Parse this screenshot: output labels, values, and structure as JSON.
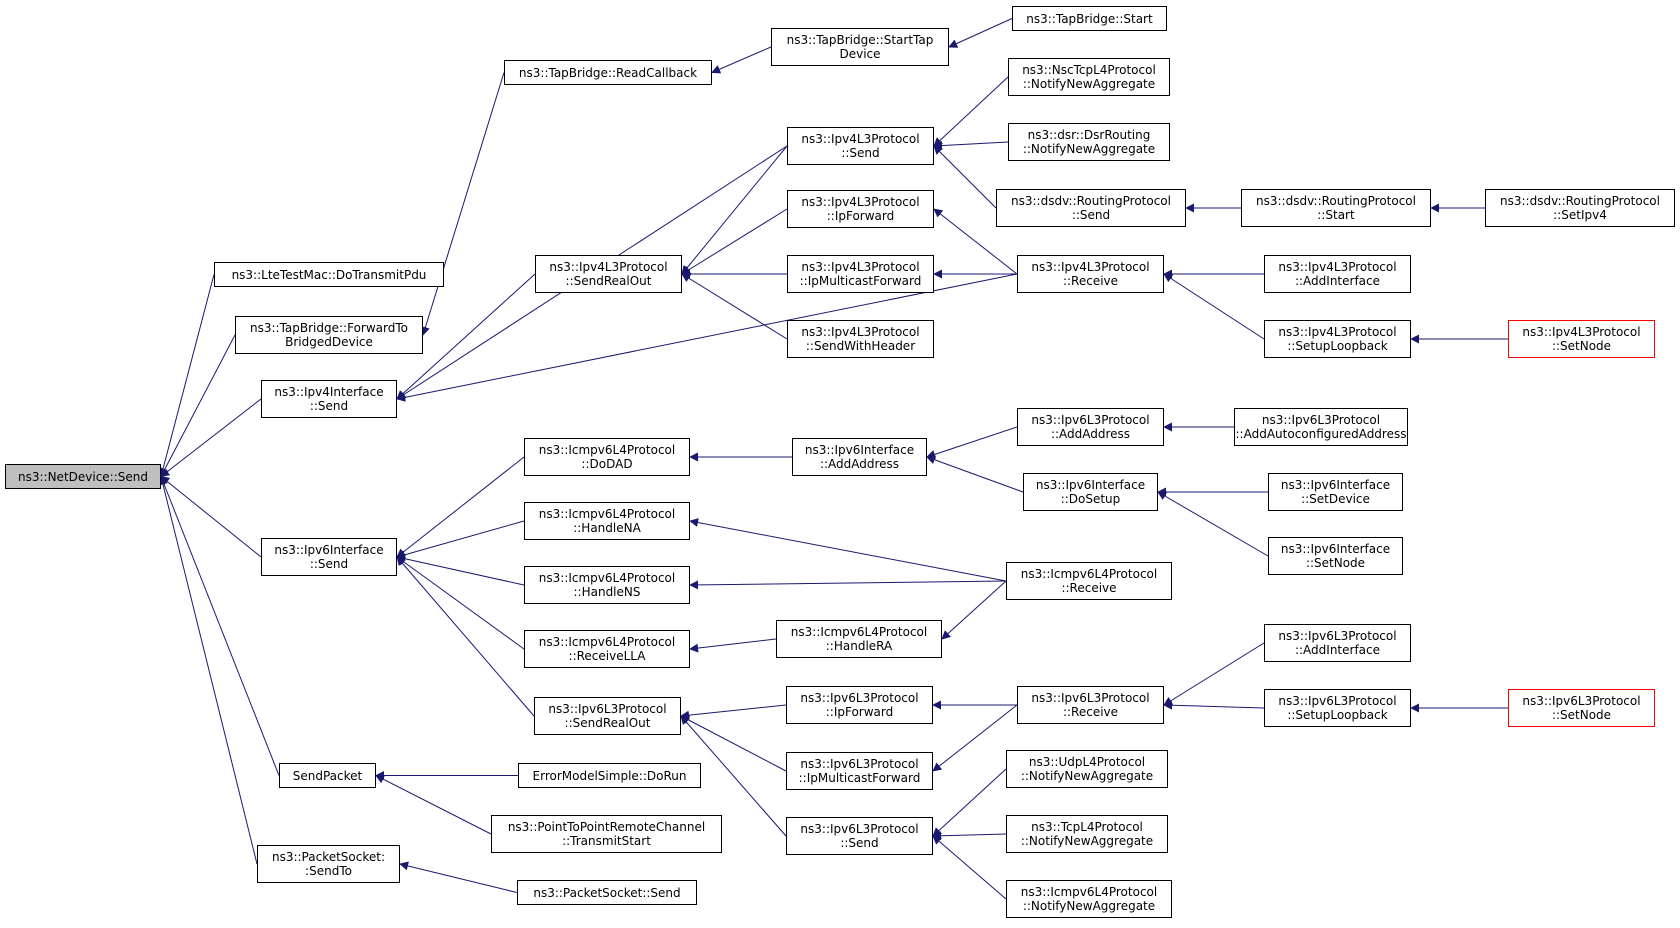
{
  "nodes": [
    {
      "id": "root",
      "lines": [
        "ns3::NetDevice::Send"
      ],
      "style": "root"
    },
    {
      "id": "lte",
      "lines": [
        "ns3::LteTestMac::DoTransmitPdu"
      ]
    },
    {
      "id": "fwd",
      "lines": [
        "ns3::TapBridge::ForwardTo",
        "BridgedDevice"
      ]
    },
    {
      "id": "ipv4if",
      "lines": [
        "ns3::Ipv4Interface",
        "::Send"
      ]
    },
    {
      "id": "ipv6if",
      "lines": [
        "ns3::Ipv6Interface",
        "::Send"
      ]
    },
    {
      "id": "sendpacket",
      "lines": [
        "SendPacket"
      ]
    },
    {
      "id": "psockto",
      "lines": [
        "ns3::PacketSocket:",
        ":SendTo"
      ]
    },
    {
      "id": "readcb",
      "lines": [
        "ns3::TapBridge::ReadCallback"
      ]
    },
    {
      "id": "starttap",
      "lines": [
        "ns3::TapBridge::StartTap",
        "Device"
      ]
    },
    {
      "id": "tbstart",
      "lines": [
        "ns3::TapBridge::Start"
      ]
    },
    {
      "id": "ip4send",
      "lines": [
        "ns3::Ipv4L3Protocol",
        "::Send"
      ]
    },
    {
      "id": "ip4sro",
      "lines": [
        "ns3::Ipv4L3Protocol",
        "::SendRealOut"
      ]
    },
    {
      "id": "ip4fwd",
      "lines": [
        "ns3::Ipv4L3Protocol",
        "::IpForward"
      ]
    },
    {
      "id": "ip4mfwd",
      "lines": [
        "ns3::Ipv4L3Protocol",
        "::IpMulticastForward"
      ]
    },
    {
      "id": "ip4swh",
      "lines": [
        "ns3::Ipv4L3Protocol",
        "::SendWithHeader"
      ]
    },
    {
      "id": "nsctcp",
      "lines": [
        "ns3::NscTcpL4Protocol",
        "::NotifyNewAggregate"
      ]
    },
    {
      "id": "dsr",
      "lines": [
        "ns3::dsr::DsrRouting",
        "::NotifyNewAggregate"
      ]
    },
    {
      "id": "dsdvsend",
      "lines": [
        "ns3::dsdv::RoutingProtocol",
        "::Send"
      ]
    },
    {
      "id": "dsdvstart",
      "lines": [
        "ns3::dsdv::RoutingProtocol",
        "::Start"
      ]
    },
    {
      "id": "dsdvsetipv4",
      "lines": [
        "ns3::dsdv::RoutingProtocol",
        "::SetIpv4"
      ]
    },
    {
      "id": "ip4recv",
      "lines": [
        "ns3::Ipv4L3Protocol",
        "::Receive"
      ]
    },
    {
      "id": "ip4addif",
      "lines": [
        "ns3::Ipv4L3Protocol",
        "::AddInterface"
      ]
    },
    {
      "id": "ip4setlb",
      "lines": [
        "ns3::Ipv4L3Protocol",
        "::SetupLoopback"
      ]
    },
    {
      "id": "ip4setnode",
      "lines": [
        "ns3::Ipv4L3Protocol",
        "::SetNode"
      ],
      "style": "red"
    },
    {
      "id": "icmpdad",
      "lines": [
        "ns3::Icmpv6L4Protocol",
        "::DoDAD"
      ]
    },
    {
      "id": "icmpna",
      "lines": [
        "ns3::Icmpv6L4Protocol",
        "::HandleNA"
      ]
    },
    {
      "id": "icmpns",
      "lines": [
        "ns3::Icmpv6L4Protocol",
        "::HandleNS"
      ]
    },
    {
      "id": "icmplla",
      "lines": [
        "ns3::Icmpv6L4Protocol",
        "::ReceiveLLA"
      ]
    },
    {
      "id": "ip6sro",
      "lines": [
        "ns3::Ipv6L3Protocol",
        "::SendRealOut"
      ]
    },
    {
      "id": "ip6ifadd",
      "lines": [
        "ns3::Ipv6Interface",
        "::AddAddress"
      ]
    },
    {
      "id": "ip6l3add",
      "lines": [
        "ns3::Ipv6L3Protocol",
        "::AddAddress"
      ]
    },
    {
      "id": "ip6autoadd",
      "lines": [
        "ns3::Ipv6L3Protocol",
        "::AddAutoconfiguredAddress"
      ]
    },
    {
      "id": "ip6dosetup",
      "lines": [
        "ns3::Ipv6Interface",
        "::DoSetup"
      ]
    },
    {
      "id": "ip6setdev",
      "lines": [
        "ns3::Ipv6Interface",
        "::SetDevice"
      ]
    },
    {
      "id": "ip6ifsetnode",
      "lines": [
        "ns3::Ipv6Interface",
        "::SetNode"
      ]
    },
    {
      "id": "icmprecv",
      "lines": [
        "ns3::Icmpv6L4Protocol",
        "::Receive"
      ]
    },
    {
      "id": "icmpra",
      "lines": [
        "ns3::Icmpv6L4Protocol",
        "::HandleRA"
      ]
    },
    {
      "id": "ip6fwd",
      "lines": [
        "ns3::Ipv6L3Protocol",
        "::IpForward"
      ]
    },
    {
      "id": "ip6mfwd",
      "lines": [
        "ns3::Ipv6L3Protocol",
        "::IpMulticastForward"
      ]
    },
    {
      "id": "ip6send",
      "lines": [
        "ns3::Ipv6L3Protocol",
        "::Send"
      ]
    },
    {
      "id": "ip6recv",
      "lines": [
        "ns3::Ipv6L3Protocol",
        "::Receive"
      ]
    },
    {
      "id": "ip6addif",
      "lines": [
        "ns3::Ipv6L3Protocol",
        "::AddInterface"
      ]
    },
    {
      "id": "ip6setlb",
      "lines": [
        "ns3::Ipv6L3Protocol",
        "::SetupLoopback"
      ]
    },
    {
      "id": "ip6setnode",
      "lines": [
        "ns3::Ipv6L3Protocol",
        "::SetNode"
      ],
      "style": "red"
    },
    {
      "id": "udp",
      "lines": [
        "ns3::UdpL4Protocol",
        "::NotifyNewAggregate"
      ]
    },
    {
      "id": "tcp",
      "lines": [
        "ns3::TcpL4Protocol",
        "::NotifyNewAggregate"
      ]
    },
    {
      "id": "icmpnna",
      "lines": [
        "ns3::Icmpv6L4Protocol",
        "::NotifyNewAggregate"
      ]
    },
    {
      "id": "errmodel",
      "lines": [
        "ErrorModelSimple::DoRun"
      ]
    },
    {
      "id": "p2p",
      "lines": [
        "ns3::PointToPointRemoteChannel",
        "::TransmitStart"
      ]
    },
    {
      "id": "psocksend",
      "lines": [
        "ns3::PacketSocket::Send"
      ]
    }
  ],
  "edges": [
    [
      "root",
      "lte"
    ],
    [
      "root",
      "fwd"
    ],
    [
      "root",
      "ipv4if"
    ],
    [
      "root",
      "ipv6if"
    ],
    [
      "root",
      "sendpacket"
    ],
    [
      "root",
      "psockto"
    ],
    [
      "fwd",
      "readcb"
    ],
    [
      "readcb",
      "starttap"
    ],
    [
      "starttap",
      "tbstart"
    ],
    [
      "ipv4if",
      "ip4send"
    ],
    [
      "ipv4if",
      "ip4sro"
    ],
    [
      "ipv4if",
      "ip4recv"
    ],
    [
      "ip4send",
      "nsctcp"
    ],
    [
      "ip4send",
      "dsr"
    ],
    [
      "ip4send",
      "dsdvsend"
    ],
    [
      "dsdvsend",
      "dsdvstart"
    ],
    [
      "dsdvstart",
      "dsdvsetipv4"
    ],
    [
      "ip4sro",
      "ip4send"
    ],
    [
      "ip4sro",
      "ip4fwd"
    ],
    [
      "ip4sro",
      "ip4mfwd"
    ],
    [
      "ip4sro",
      "ip4swh"
    ],
    [
      "ip4fwd",
      "ip4recv"
    ],
    [
      "ip4mfwd",
      "ip4recv"
    ],
    [
      "ip4recv",
      "ip4addif"
    ],
    [
      "ip4recv",
      "ip4setlb"
    ],
    [
      "ip4setlb",
      "ip4setnode"
    ],
    [
      "ipv6if",
      "icmpdad"
    ],
    [
      "ipv6if",
      "icmpna"
    ],
    [
      "ipv6if",
      "icmpns"
    ],
    [
      "ipv6if",
      "icmplla"
    ],
    [
      "ipv6if",
      "ip6sro"
    ],
    [
      "icmpdad",
      "ip6ifadd"
    ],
    [
      "ip6ifadd",
      "ip6l3add"
    ],
    [
      "ip6ifadd",
      "ip6dosetup"
    ],
    [
      "ip6l3add",
      "ip6autoadd"
    ],
    [
      "ip6dosetup",
      "ip6setdev"
    ],
    [
      "ip6dosetup",
      "ip6ifsetnode"
    ],
    [
      "icmpna",
      "icmprecv"
    ],
    [
      "icmpns",
      "icmprecv"
    ],
    [
      "icmplla",
      "icmpra"
    ],
    [
      "icmpra",
      "icmprecv"
    ],
    [
      "ip6sro",
      "ip6fwd"
    ],
    [
      "ip6sro",
      "ip6mfwd"
    ],
    [
      "ip6sro",
      "ip6send"
    ],
    [
      "ip6fwd",
      "ip6recv"
    ],
    [
      "ip6mfwd",
      "ip6recv"
    ],
    [
      "ip6recv",
      "ip6addif"
    ],
    [
      "ip6recv",
      "ip6setlb"
    ],
    [
      "ip6setlb",
      "ip6setnode"
    ],
    [
      "ip6send",
      "udp"
    ],
    [
      "ip6send",
      "tcp"
    ],
    [
      "ip6send",
      "icmpnna"
    ],
    [
      "sendpacket",
      "errmodel"
    ],
    [
      "sendpacket",
      "p2p"
    ],
    [
      "psockto",
      "psocksend"
    ]
  ],
  "colors": {
    "edge": "#191970",
    "node_border": "#000000",
    "root_fill": "#bfbfbf",
    "highlight_border": "#ff0000"
  }
}
